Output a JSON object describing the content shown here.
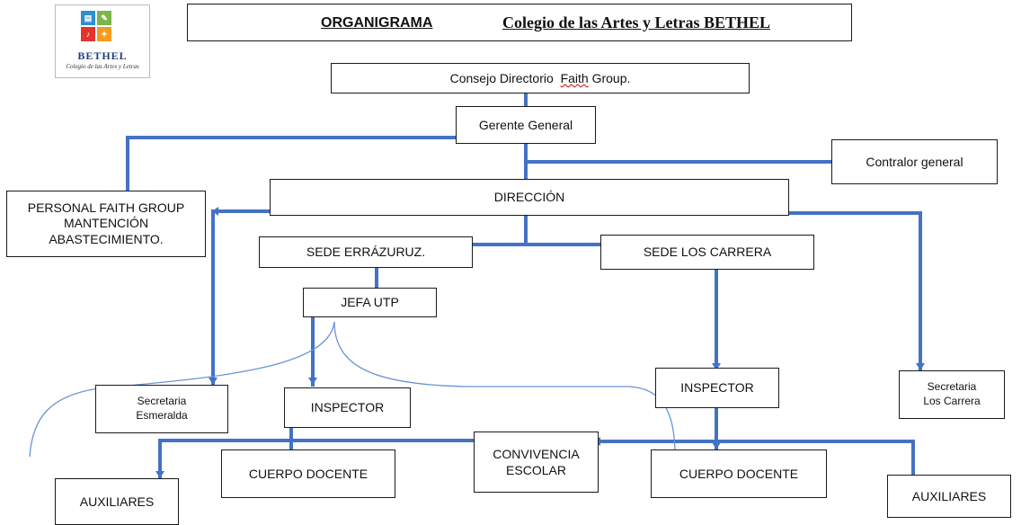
{
  "title": {
    "label": "ORGANIGRAMA",
    "school": "Colegio de las Artes y Letras BETHEL"
  },
  "logo": {
    "word": "BETHEL",
    "tagline": "Colegio de las Artes y Letras",
    "colors": [
      "#2e8fd0",
      "#7ab648",
      "#e3342f",
      "#f39c1f"
    ]
  },
  "nodes": {
    "consejo": {
      "prefix": "Consejo Directorio",
      "name": "Faith",
      "suffix": "Group."
    },
    "gerente": "Gerente General",
    "contralor": "Contralor general",
    "direccion": "DIRECCIÓN",
    "personal": [
      "PERSONAL FAITH GROUP",
      "MANTENCIÓN",
      "ABASTECIMIENTO."
    ],
    "sede_errazuriz": "SEDE ERRÁZURUZ.",
    "sede_carrera": "SEDE LOS CARRERA",
    "jefa_utp": "JEFA UTP",
    "secretaria_esmeralda": [
      "Secretaria",
      "Esmeralda"
    ],
    "inspector_left": "INSPECTOR",
    "inspector_right": "INSPECTOR",
    "secretaria_carrera": [
      "Secretaria",
      "Los Carrera"
    ],
    "convivencia": [
      "CONVIVENCIA",
      "ESCOLAR"
    ],
    "cuerpo_docente_left": "CUERPO DOCENTE",
    "cuerpo_docente_right": "CUERPO DOCENTE",
    "auxiliares_left": "AUXILIARES",
    "auxiliares_right": "AUXILIARES"
  },
  "colors": {
    "connector": "#4472c4",
    "curve": "#6b93d6",
    "border": "#1a1a1a"
  }
}
